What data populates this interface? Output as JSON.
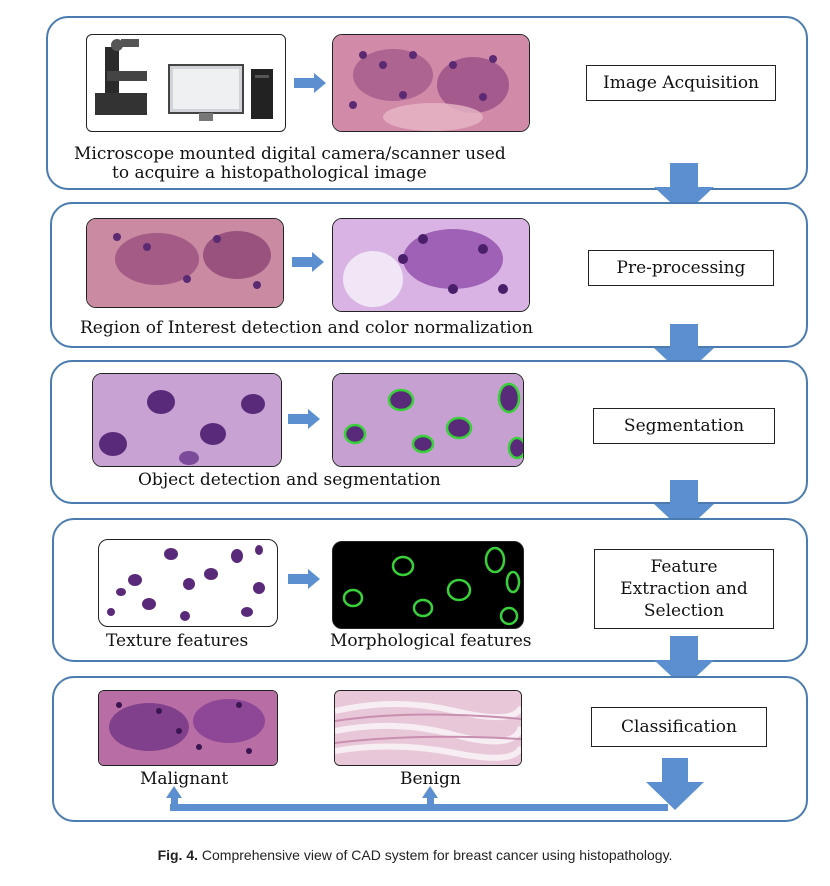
{
  "panels": [
    {
      "step": "Image Acquisition",
      "caption_lines": [
        "Microscope mounted digital camera/scanner used",
        "to acquire a histopathological image"
      ]
    },
    {
      "step": "Pre-processing",
      "caption_lines": [
        "Region of Interest detection and color normalization"
      ]
    },
    {
      "step": "Segmentation",
      "caption_lines": [
        "Object detection and segmentation"
      ]
    },
    {
      "step_lines": [
        "Feature",
        "Extraction and",
        "Selection"
      ],
      "left_caption": "Texture features",
      "right_caption": "Morphological features"
    },
    {
      "step": "Classification",
      "left_caption": "Malignant",
      "right_caption": "Benign"
    }
  ],
  "figure_caption": {
    "label": "Fig. 4.",
    "text": " Comprehensive view of CAD system for breast cancer using histopathology."
  },
  "colors": {
    "panel_border": "#4a7cb0",
    "arrow": "#5b8fcf",
    "tissue_pink": "#d88fb0",
    "tissue_purple": "#7a3d8c",
    "contour": "#39d13a"
  }
}
